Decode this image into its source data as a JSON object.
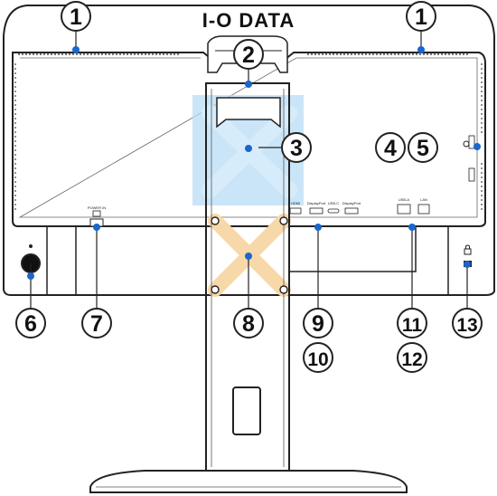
{
  "brand": {
    "logo_text": "I-O DATA"
  },
  "port_labels": {
    "power": "POWER IN",
    "hdmi": "HDMI",
    "displayport_1": "DisplayPort",
    "usb_c": "USB-C",
    "displayport_2": "DisplayPort",
    "usb_a": "USB-A",
    "lan": "LAN"
  },
  "callouts": [
    {
      "id": "1a",
      "label": "1"
    },
    {
      "id": "1b",
      "label": "1"
    },
    {
      "id": "2",
      "label": "2"
    },
    {
      "id": "3",
      "label": "3"
    },
    {
      "id": "4",
      "label": "4"
    },
    {
      "id": "5",
      "label": "5"
    },
    {
      "id": "6",
      "label": "6"
    },
    {
      "id": "7",
      "label": "7"
    },
    {
      "id": "8",
      "label": "8"
    },
    {
      "id": "9",
      "label": "9"
    },
    {
      "id": "10",
      "label": "10"
    },
    {
      "id": "11",
      "label": "11"
    },
    {
      "id": "12",
      "label": "12"
    },
    {
      "id": "13",
      "label": "13"
    }
  ],
  "colors": {
    "outline": "#222222",
    "callout_marker": "#1a66cc",
    "stand_mount_highlight": "#b9dcf5",
    "vesa_mount_highlight": "#f7d8a8"
  }
}
